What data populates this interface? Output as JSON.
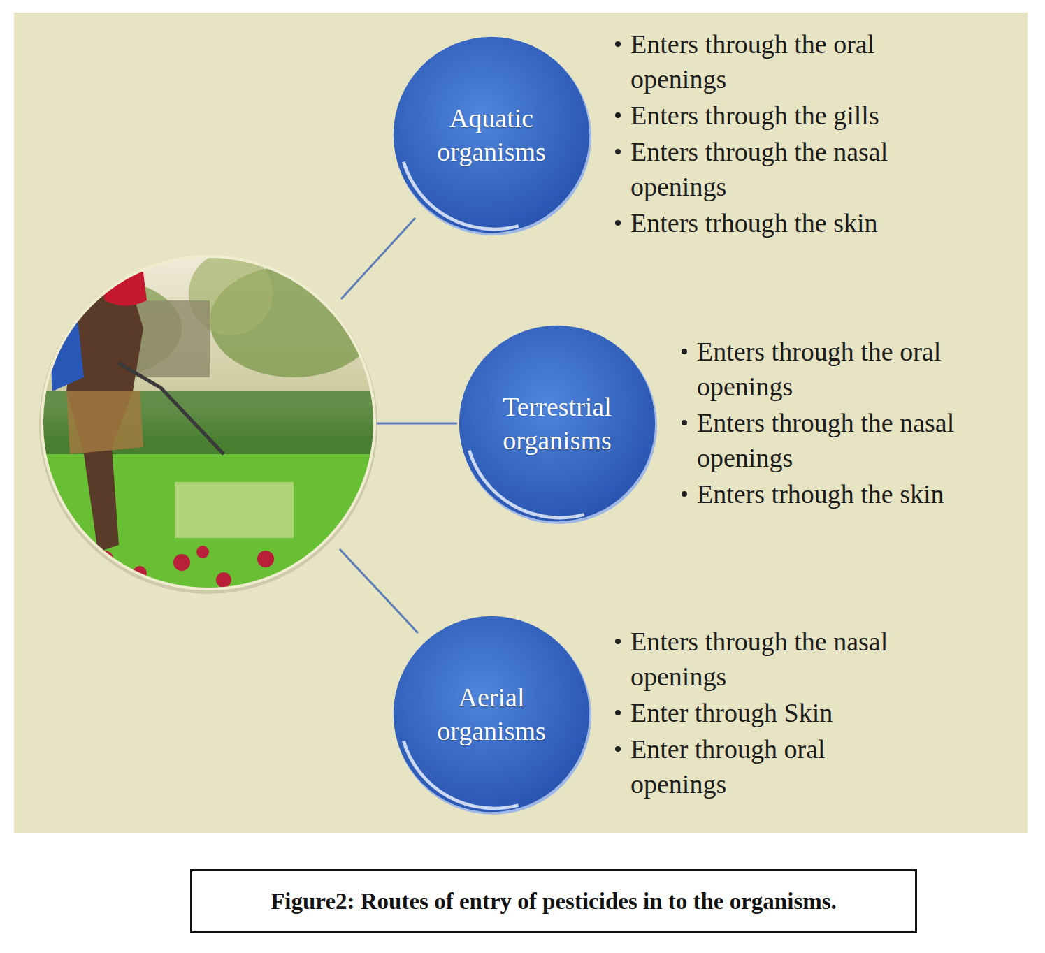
{
  "diagram": {
    "caption": "Figure2: Routes of entry of pesticides in to the organisms.",
    "nodes": [
      {
        "text": [
          "Aquatic organisms"
        ]
      },
      {
        "text": [
          "Terrestrial organisms"
        ]
      },
      {
        "text": [
          "Aerial organisms"
        ]
      }
    ],
    "labels": [
      "Enters through the oral openings",
      "Enters through the gills",
      "Enters through the nasal openings",
      "Enters trhough the skin",
      "Enters through the oral openings",
      "Enters through the nasal openings",
      "Enters trhough the skin",
      "Enters through the nasal openings",
      "Enter through Skin",
      "Enter through oral openings"
    ]
  }
}
